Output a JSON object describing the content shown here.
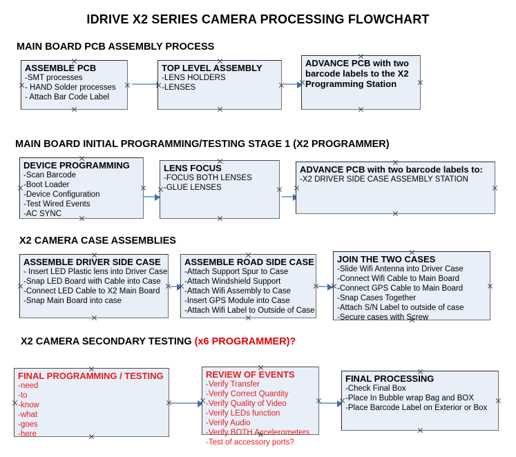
{
  "document": {
    "title": "IDRIVE X2  SERIES CAMERA PROCESSING FLOWCHART",
    "accent_red": "#e02020",
    "node_fill": "#e9eff8",
    "connector_color": "#8aa8c8"
  },
  "sections": [
    {
      "id": "main-board-pcb-assembly",
      "heading": "MAIN BOARD PCB ASSEMBLY PROCESS",
      "heading_accent": "",
      "nodes": [
        {
          "id": "assemble-pcb",
          "header": "ASSEMBLE PCB",
          "lines": [
            "-SMT processes",
            "- HAND Solder processes",
            "- Attach Bar Code Label"
          ]
        },
        {
          "id": "top-level-assembly",
          "header": "TOP LEVEL ASSEMBLY",
          "lines": [
            "-LENS HOLDERS",
            "-LENSES"
          ]
        },
        {
          "id": "advance-pcb-to-x2-programming-station",
          "header": "ADVANCE PCB with two barcode labels to the  X2 Programming Station",
          "lines": []
        }
      ]
    },
    {
      "id": "main-board-initial-programming",
      "heading": "MAIN BOARD INITIAL PROGRAMMING/TESTING STAGE 1 (X2 PROGRAMMER)",
      "heading_accent": "",
      "nodes": [
        {
          "id": "device-programming",
          "header": "DEVICE PROGRAMMING",
          "lines": [
            "-Scan Barcode",
            "-Boot Loader",
            "-Device Configuration",
            "-Test Wired Events",
            "-AC SYNC"
          ]
        },
        {
          "id": "lens-focus",
          "header": "LENS FOCUS",
          "lines": [
            "-FOCUS BOTH LENSES",
            "-GLUE LENSES"
          ]
        },
        {
          "id": "advance-pcb-to-driver-side-case",
          "header": "ADVANCE PCB with two barcode labels to:",
          "lines": [
            "-X2 DRIVER  SIDE  CASE  ASSEMBLY STATION"
          ]
        }
      ]
    },
    {
      "id": "x2-camera-case-assemblies",
      "heading": "X2 CAMERA CASE ASSEMBLIES",
      "heading_accent": "",
      "nodes": [
        {
          "id": "assemble-driver-side-case",
          "header": "ASSEMBLE DRIVER SIDE CASE",
          "lines": [
            "- Insert LED Plastic lens into Driver Case",
            "-Snap LED Board with Cable into Case",
            "-Connect LED Cable to X2 Main Board",
            "-Snap Main Board into case"
          ]
        },
        {
          "id": "assemble-road-side-case",
          "header": "ASSEMBLE ROAD SIDE CASE",
          "lines": [
            "-Attach Support Spur to Case",
            "-Attach Windshield Support",
            "-Attach Wifi Assembly to Case",
            "-Insert GPS Module into Case",
            "-Attach Wifi Label to Outside of Case"
          ]
        },
        {
          "id": "join-the-two-cases",
          "header": "JOIN THE TWO CASES",
          "lines": [
            "-Slide Wifi Antenna into Driver Case",
            "-Connect Wifi Cable to Main Board",
            "-Connect GPS Cable to Main Board",
            "-Snap Cases Together",
            "-Attach S/N Label to outside of case",
            "-Secure cases with Screw"
          ]
        }
      ]
    },
    {
      "id": "x2-camera-secondary-testing",
      "heading": "X2 CAMERA SECONDARY TESTING ",
      "heading_accent": "(x6 PROGRAMMER)?",
      "nodes": [
        {
          "id": "final-programming-testing",
          "header": "FINAL PROGRAMMING / TESTING",
          "lines": [
            "-need",
            "-to",
            "-know",
            "-what",
            "-goes",
            "-here"
          ]
        },
        {
          "id": "review-of-events",
          "header": "REVIEW OF EVENTS",
          "lines": [
            "-Verify Transfer",
            "-Verify Correct Quantity",
            "-Verify Quality of Video",
            "-Verify LEDs function",
            "-Verify Audio",
            "-Verify BOTH Accelerometers",
            "-Test of accessory ports?"
          ]
        },
        {
          "id": "final-processing",
          "header": "FINAL PROCESSING",
          "lines": [
            "-Check Final Box",
            "-Place In Bubble wrap Bag and BOX",
            "-Place Barcode Label on Exterior or Box"
          ]
        }
      ]
    }
  ]
}
